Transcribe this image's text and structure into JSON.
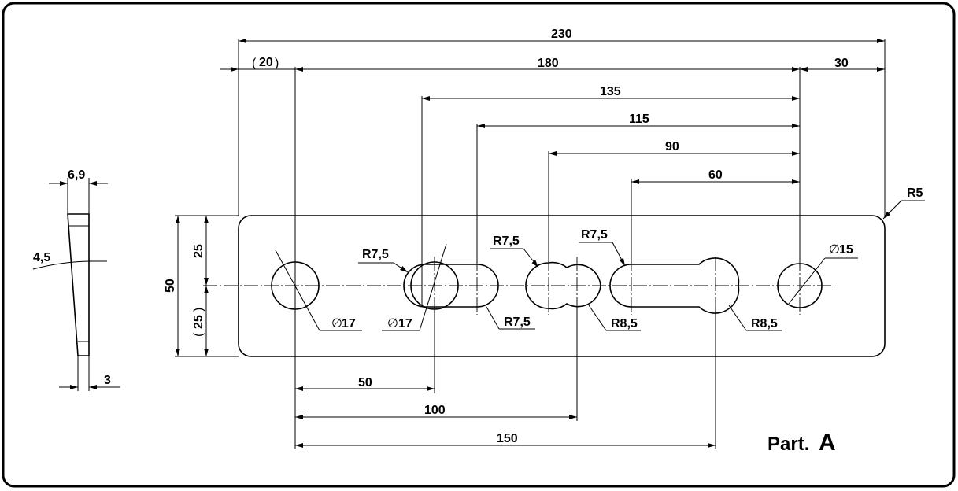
{
  "dimensions": {
    "total_length": "230",
    "left_offset": "20",
    "span_180": "180",
    "right_30": "30",
    "span_135": "135",
    "span_115": "115",
    "span_90": "90",
    "span_60": "60",
    "height_50": "50",
    "upper_25": "25",
    "lower_25": "25",
    "bottom_50": "50",
    "bottom_100": "100",
    "bottom_150": "150",
    "corner_radius": "R5",
    "hole_d17_left": "17",
    "hole_d17_mid": "17",
    "hole_d15": "15",
    "r75_a": "R7,5",
    "r75_b": "R7,5",
    "r75_c": "R7,5",
    "r75_d": "R7,5",
    "r85_a": "R8,5",
    "r85_b": "R8,5"
  },
  "side_view": {
    "width_top": "6,9",
    "angle": "4,5",
    "width_bottom": "3"
  },
  "part_label": {
    "prefix": "Part.",
    "letter": "A"
  }
}
